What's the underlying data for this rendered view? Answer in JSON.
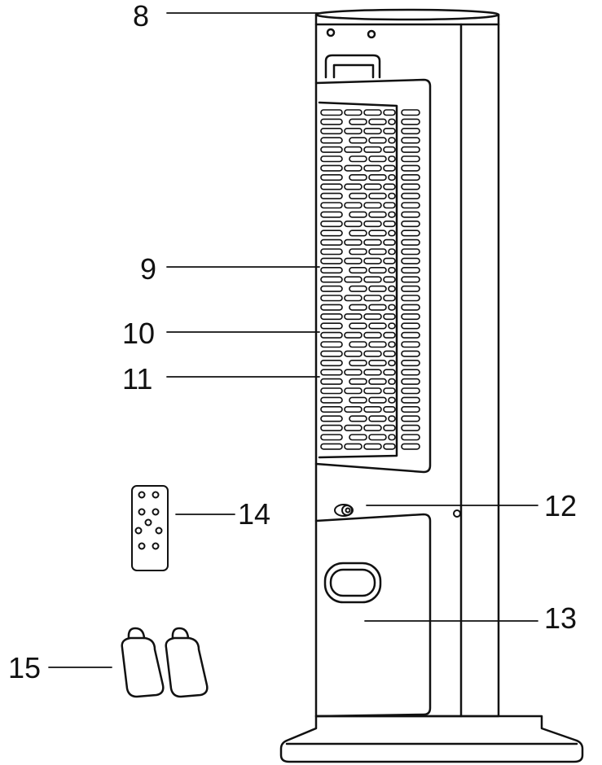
{
  "callouts": {
    "c8": "8",
    "c9": "9",
    "c10": "10",
    "c11": "11",
    "c12": "12",
    "c13": "13",
    "c14": "14",
    "c15": "15"
  },
  "colors": {
    "stroke": "#111111",
    "background": "#ffffff"
  }
}
